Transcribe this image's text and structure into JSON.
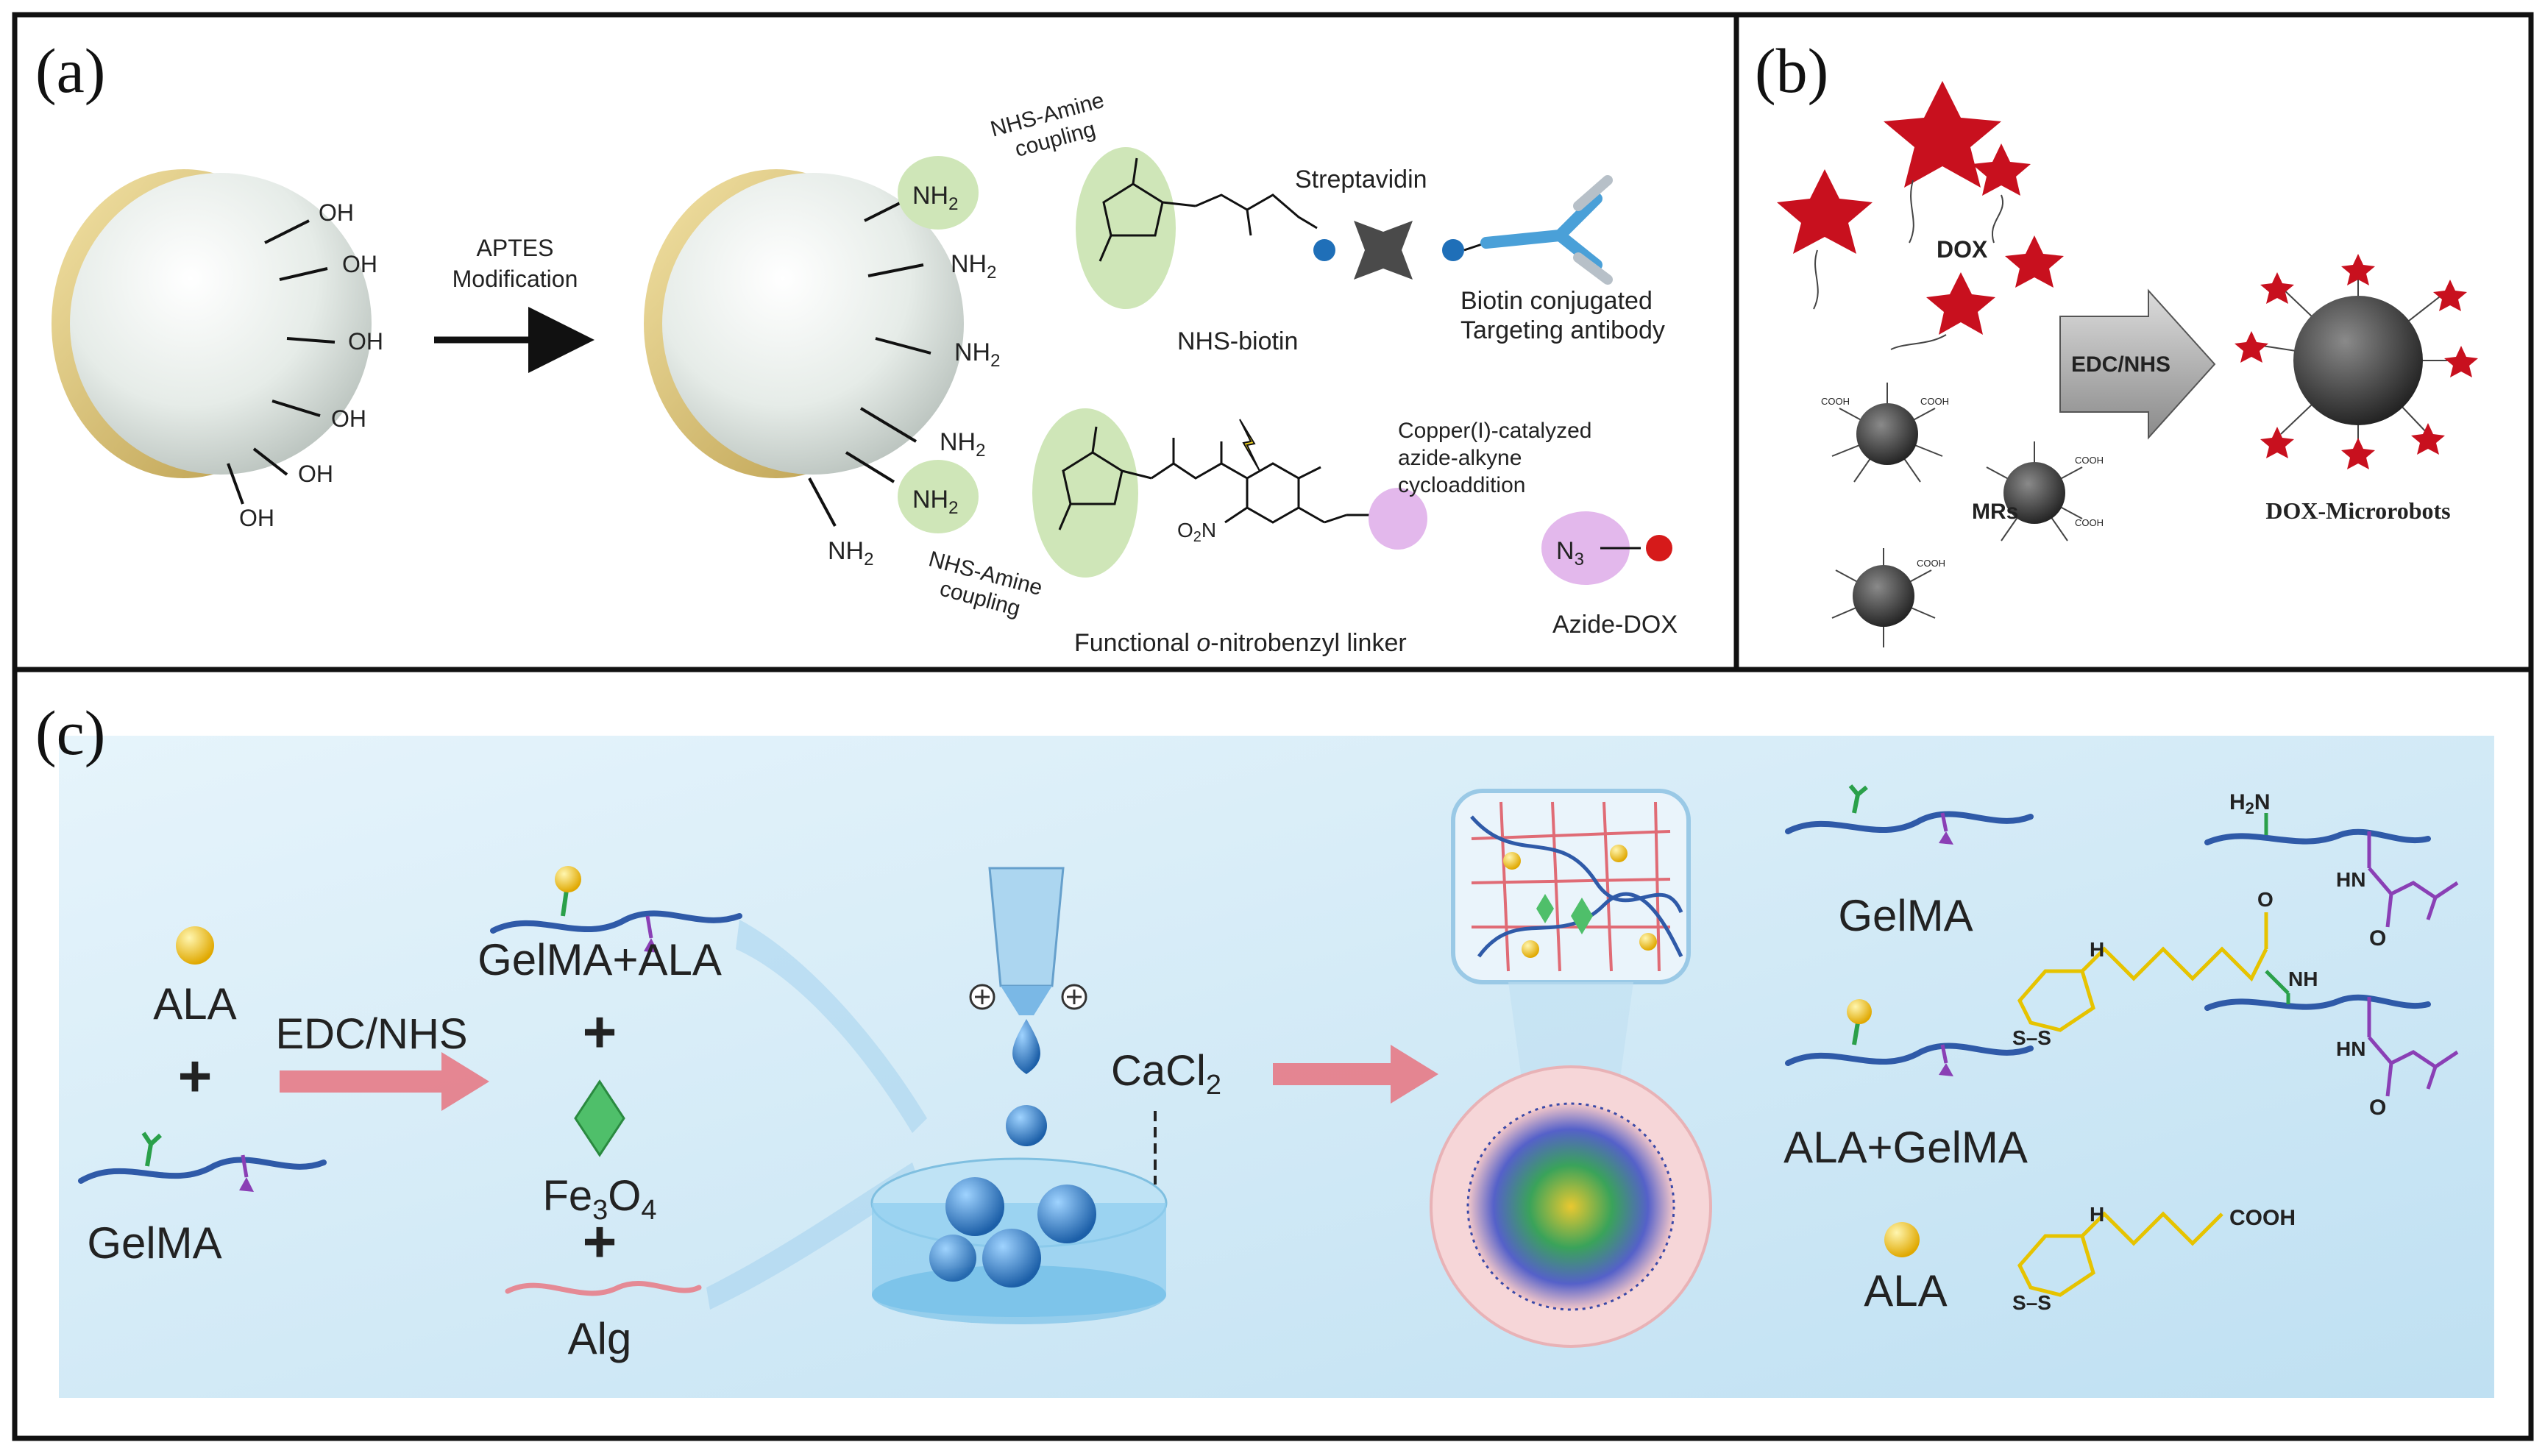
{
  "panel_a": {
    "label": "(a)",
    "oh": "OH",
    "nh2": "NH",
    "sub2": "2",
    "aptes_line1": "APTES",
    "aptes_line2": "Modification",
    "nhs_amine_line1": "NHS-Amine",
    "nhs_amine_line2": "coupling",
    "streptavidin": "Streptavidin",
    "nhs_biotin": "NHS-biotin",
    "biotin_antibody_line1": "Biotin conjugated",
    "biotin_antibody_line2": "Targeting antibody",
    "click_line1": "Copper(I)-catalyzed",
    "click_line2": "azide-alkyne",
    "click_line3": "cycloaddition",
    "no2": "O",
    "n3": "N",
    "sub3": "3",
    "azide_dox": "Azide-DOX",
    "linker_prefix": "Functional ",
    "linker_italic": "o",
    "linker_suffix": "-nitrobenzyl linker"
  },
  "panel_b": {
    "label": "(b)",
    "dox": "DOX",
    "edc_nhs": "EDC/NHS",
    "mrs": "MRs",
    "cooh": "COOH",
    "dox_microrobots": "DOX-Microrobots"
  },
  "panel_c": {
    "label": "(c)",
    "ala": "ALA",
    "plus": "+",
    "gelma": "GelMA",
    "edc_nhs": "EDC/NHS",
    "gelma_ala": "GelMA+ALA",
    "fe3o4_fe": "Fe",
    "fe3o4_o": "O",
    "sub3": "3",
    "sub4": "4",
    "alg": "Alg",
    "cacl2": "CaCl",
    "sub2": "2",
    "legend_gelma": "GelMA",
    "legend_ala_gelma": "ALA+GelMA",
    "legend_ala": "ALA",
    "h2n": "H",
    "hn": "HN",
    "nh": "NH",
    "o": "O",
    "h": "H",
    "s": "S",
    "cooh": "COOH"
  },
  "colors": {
    "frame": "#111111",
    "nh2_halo": "#cfe6b8",
    "dox_star": "#c8101e",
    "arrow_pink": "#e67a86",
    "background_c": "#cde8f6",
    "gelma_chain": "#2f5aa8",
    "ala_ball": "#f5c518",
    "green_text": "#2aa04a",
    "purple_text": "#8a3fb5",
    "yellow_text": "#e6c300"
  }
}
